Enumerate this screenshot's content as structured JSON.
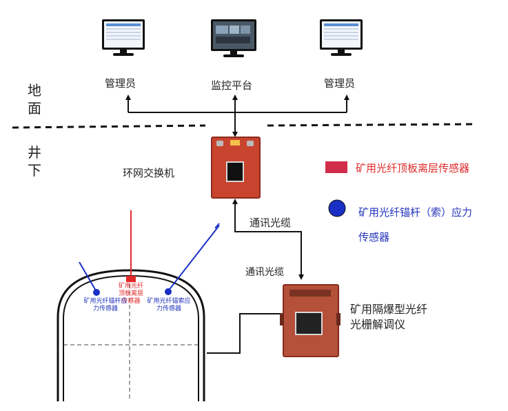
{
  "zones": {
    "surface": "地面",
    "underground": "井下"
  },
  "surface": {
    "left_terminal": "管理员",
    "center_terminal": "监控平台",
    "right_terminal": "管理员"
  },
  "switch": {
    "label": "环网交换机"
  },
  "cables": {
    "cable_upper": "通讯光缆",
    "cable_lower": "通讯光缆"
  },
  "demodulator": {
    "label": "矿用隔爆型光纤光栅解调仪"
  },
  "legend": {
    "roof_sensor": "矿用光纤顶板离层传感器",
    "anchor_sensor": "矿用光纤锚杆（索）应力传感器",
    "roof_color": "#d12c4a",
    "anchor_color": "#1a2fc4"
  },
  "tunnel": {
    "roof_sensor_small": "矿用光纤顶板离层传感器",
    "left_anchor_small": "矿用光纤锚杆应力传感器",
    "right_anchor_small": "矿用光纤锚索应力传感器"
  }
}
